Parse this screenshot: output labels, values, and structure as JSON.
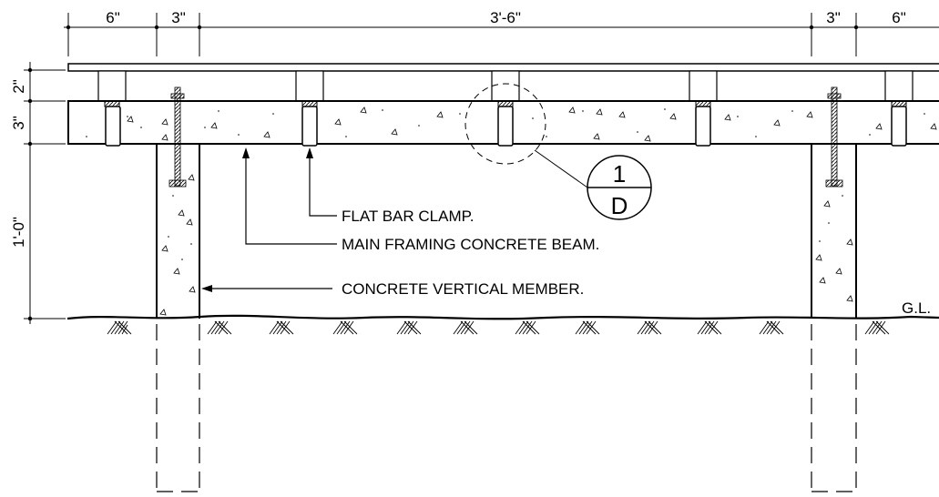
{
  "dimensions": {
    "top": [
      "6\"",
      "3\"",
      "3'-6\"",
      "3\"",
      "6\""
    ],
    "left": [
      "2\"",
      "3\"",
      "1'-0\""
    ]
  },
  "callouts": {
    "flat_bar_clamp": "FLAT BAR CLAMP.",
    "main_beam": "MAIN FRAMING CONCRETE BEAM.",
    "vertical_member": "CONCRETE VERTICAL MEMBER."
  },
  "detail_tag": {
    "number": "1",
    "sheet": "D"
  },
  "ground_label": "G.L."
}
